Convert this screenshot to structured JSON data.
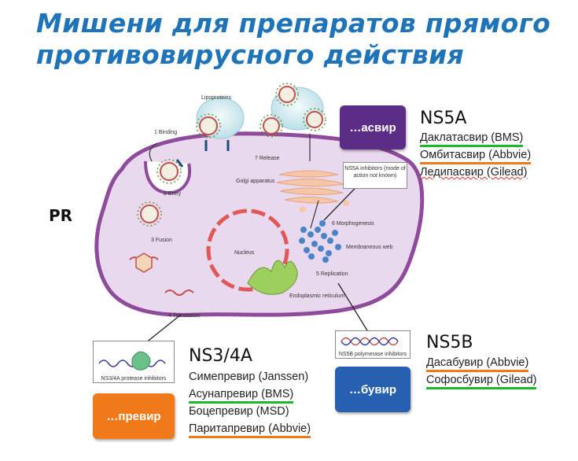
{
  "title": "Мишени для препаратов прямого противовирусного действия",
  "side_label": "PR",
  "cell_labels": {
    "lipoproteins": "Lipoproteins",
    "binding": "1  Binding",
    "entry": "2  Entry",
    "fusion": "3  Fusion",
    "translation": "4  Translation",
    "replication": "5  Replication",
    "morphogenesis": "6  Morphogenesis",
    "release": "7  Release",
    "golgi": "Golgi apparatus",
    "nucleus": "Nucleus",
    "membranous_web": "Membraneous web",
    "er": "Endoplasmic reticulum"
  },
  "ns5a": {
    "heading": "NS5A",
    "button": "…асвир",
    "inhibitor_box": "NS5A inhibitors (mode of action not known)",
    "drugs": [
      "Даклатасвир (BMS)",
      "Омбитасвир (Abbvie)",
      "Ледипасвир (Gilead)"
    ]
  },
  "ns34a": {
    "heading": "NS3/4A",
    "button": "…превир",
    "inhibitor_box": "NS3/4A protease inhibitors",
    "drugs": [
      "Симепревир (Janssen)",
      "Асунапревир (BMS)",
      "Боцепревир (MSD)",
      "Паритапревир (Abbvie)"
    ]
  },
  "ns5b": {
    "heading": "NS5B",
    "button": "…бувир",
    "inhibitor_box": "NS5B polymerase inhibitors",
    "drugs": [
      "Дасабувир (Abbvie)",
      "Софосбувир (Gilead)"
    ]
  },
  "colors": {
    "title": "#1f73b8",
    "ns5a_button": "#5c2d86",
    "ns34a_button": "#f07a1a",
    "ns5b_button": "#2760b0",
    "green_underline": "#1db82d",
    "orange_underline": "#f07a1a",
    "cell_fill": "#e9d9ee",
    "cell_border": "#8e4a9b"
  }
}
